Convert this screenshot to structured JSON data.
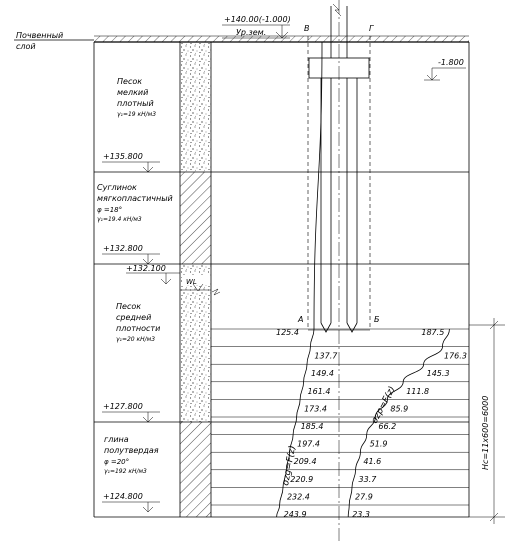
{
  "ground": {
    "topsoil_label": [
      "Почвенный",
      "слой"
    ],
    "level_label": "+140.00(-1.000)",
    "level_sub": "Ур.зем."
  },
  "axes": {
    "left": "В",
    "right": "Г",
    "pile_left": "А",
    "pile_right": "Б"
  },
  "footing_level": "-1.800",
  "water_label": "WL",
  "layers": [
    {
      "lines": [
        "Песок",
        "мелкий",
        "плотный"
      ],
      "props": [
        "γ₁=19 кН/м3"
      ],
      "bottom": "+135.800"
    },
    {
      "lines": [
        "Суглинок",
        "мягкопластичный"
      ],
      "props": [
        "φ =18°",
        "γ₁=19.4 кН/м3"
      ],
      "bottom": "+132.800"
    },
    {
      "lines": [
        "Песок",
        "средней",
        "плотности"
      ],
      "props": [
        "γ₁=20 кН/м3"
      ],
      "bottom": "+127.800",
      "extra_mark": "+132.100"
    },
    {
      "lines": [
        "глина",
        "полутвердая"
      ],
      "props": [
        "φ =20°",
        "γ₁=192 кН/м3"
      ],
      "bottom": "+124.800"
    }
  ],
  "sigma_zg": {
    "label": "σzg=F(z)",
    "values": [
      "125.4",
      "137.7",
      "149.4",
      "161.4",
      "173.4",
      "185.4",
      "197.4",
      "209.4",
      "220.9",
      "232.4",
      "243.9"
    ]
  },
  "sigma_zp": {
    "label": "σzp=F(z)",
    "values": [
      "187.5",
      "176.3",
      "145.3",
      "111.8",
      "85.9",
      "66.2",
      "51.9",
      "41.6",
      "33.7",
      "27.9",
      "23.3"
    ]
  },
  "depth_label": "Hc=11x600=6000"
}
